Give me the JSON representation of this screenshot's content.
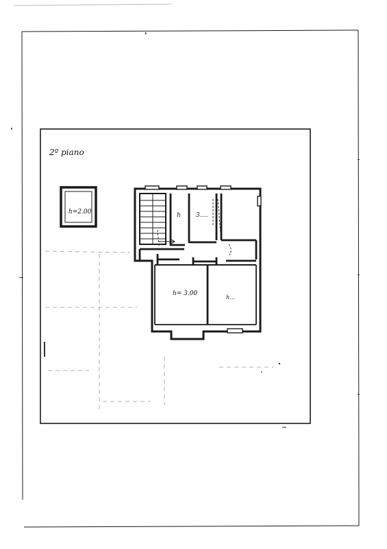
{
  "plan": {
    "floor_label": "2º piano",
    "small_room_height": "h=2.00",
    "room_a_label": "h",
    "room_b_label": "3.…",
    "main_room_height": "h= 3.00",
    "room_c_label": "h…"
  },
  "colors": {
    "ink": "#1a1a1a",
    "faint": "#9a9a9a",
    "paper": "#ffffff"
  }
}
